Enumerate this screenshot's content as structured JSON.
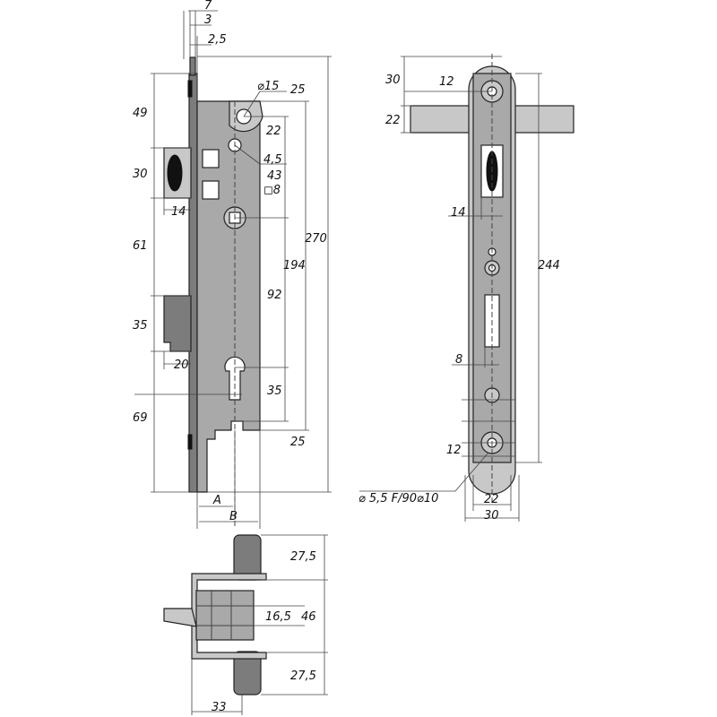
{
  "side_view_dims": {
    "d7": "7",
    "d3": "3",
    "d2_5": "2,5",
    "d49": "49",
    "d30": "30",
    "d14": "14",
    "d61": "61",
    "d35_left": "35",
    "d20": "20",
    "d69": "69",
    "d15": "15",
    "d25_top": "25",
    "d22": "22",
    "d4_5": "4,5",
    "d43": "43",
    "d8_square": "8",
    "d270": "270",
    "d194": "194",
    "d92": "92",
    "d35_cyl": "35",
    "d25_bottom": "25",
    "dA": "A",
    "dB": "B"
  },
  "front_view_dims": {
    "d30_top": "30",
    "d12_top": "12",
    "d22_left": "22",
    "d14": "14",
    "d244": "244",
    "d8": "8",
    "d12_bottom": "12",
    "d22_bottom": "22",
    "d30_bottom": "30",
    "hole_spec": "5,5 F/90",
    "hole_spec_2": "10"
  },
  "bottom_view_dims": {
    "d27_5_top": "27,5",
    "d16_5": "16,5",
    "d46": "46",
    "d27_5_bottom": "27,5",
    "d33": "33"
  },
  "symbols": {
    "diameter": "⌀",
    "square": "◻"
  }
}
